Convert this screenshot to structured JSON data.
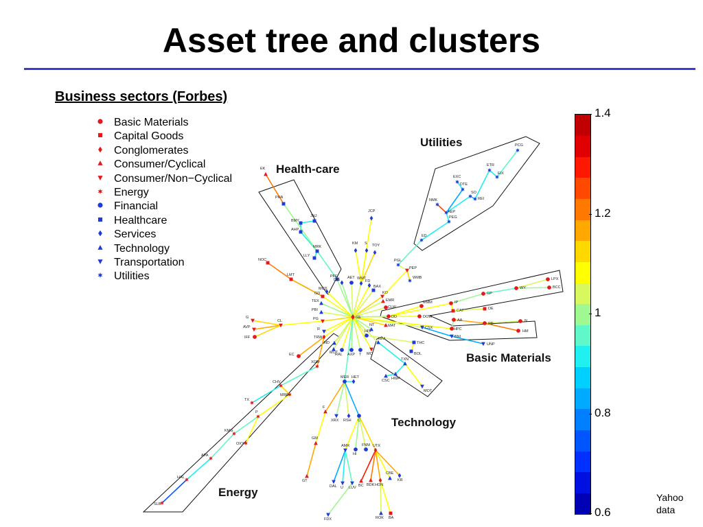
{
  "title": "Asset tree and clusters",
  "subtitle": "Business sectors (Forbes)",
  "source_note": "Yahoo\ndata",
  "legend": [
    {
      "label": "Basic Materials",
      "marker": "circle",
      "color": "#e31a1c"
    },
    {
      "label": "Capital Goods",
      "marker": "square",
      "color": "#e31a1c"
    },
    {
      "label": "Conglomerates",
      "marker": "diamond",
      "color": "#e31a1c"
    },
    {
      "label": "Consumer/Cyclical",
      "marker": "triangle-up",
      "color": "#e31a1c"
    },
    {
      "label": "Consumer/Non−Cyclical",
      "marker": "triangle-down",
      "color": "#e31a1c"
    },
    {
      "label": "Energy",
      "marker": "star",
      "color": "#e31a1c"
    },
    {
      "label": "Financial",
      "marker": "circle",
      "color": "#1f3cd6"
    },
    {
      "label": "Healthcare",
      "marker": "square",
      "color": "#1f3cd6"
    },
    {
      "label": "Services",
      "marker": "diamond",
      "color": "#1f3cd6"
    },
    {
      "label": "Technology",
      "marker": "triangle-up",
      "color": "#1f3cd6"
    },
    {
      "label": "Transportation",
      "marker": "triangle-down",
      "color": "#1f3cd6"
    },
    {
      "label": "Utilities",
      "marker": "star",
      "color": "#1f3cd6"
    }
  ],
  "clusters": [
    {
      "name": "Health-care"
    },
    {
      "name": "Utilities"
    },
    {
      "name": "Basic Materials"
    },
    {
      "name": "Technology"
    },
    {
      "name": "Energy"
    }
  ],
  "colorbar": {
    "min": 0.6,
    "max": 1.4,
    "ticks": [
      "1.4",
      "1.2",
      "1",
      "0.8",
      "0.6"
    ],
    "colors": [
      "#0000b4",
      "#0010e0",
      "#0030ff",
      "#0055ff",
      "#0080ff",
      "#00aaff",
      "#00d0ff",
      "#20f0f0",
      "#60f8c8",
      "#a0f890",
      "#d8f860",
      "#ffff00",
      "#ffd800",
      "#ffa800",
      "#ff7800",
      "#ff4800",
      "#ff1800",
      "#e00000",
      "#c00000"
    ]
  },
  "tree": {
    "nodes": [
      {
        "id": "GE",
        "sector": "Conglomerates"
      },
      {
        "id": "EK",
        "sector": "Consumer/Cyclical"
      },
      {
        "id": "PHA",
        "sector": "Healthcare"
      },
      {
        "id": "BMY",
        "sector": "Healthcare"
      },
      {
        "id": "JNJ",
        "sector": "Healthcare"
      },
      {
        "id": "AHP",
        "sector": "Healthcare"
      },
      {
        "id": "MRK",
        "sector": "Healthcare"
      },
      {
        "id": "LLY",
        "sector": "Healthcare"
      },
      {
        "id": "PFE",
        "sector": "Healthcare"
      },
      {
        "id": "JCP",
        "sector": "Services"
      },
      {
        "id": "KM",
        "sector": "Services"
      },
      {
        "id": "S",
        "sector": "Services"
      },
      {
        "id": "TOY",
        "sector": "Services"
      },
      {
        "id": "DIS",
        "sector": "Services"
      },
      {
        "id": "AET",
        "sector": "Financial"
      },
      {
        "id": "WMT",
        "sector": "Services"
      },
      {
        "id": "FD",
        "sector": "Services"
      },
      {
        "id": "BAX",
        "sector": "Healthcare"
      },
      {
        "id": "KO",
        "sector": "Consumer/Non−Cyclical"
      },
      {
        "id": "NOC",
        "sector": "Capital Goods"
      },
      {
        "id": "LMT",
        "sector": "Capital Goods"
      },
      {
        "id": "MCD",
        "sector": "Services"
      },
      {
        "id": "GD",
        "sector": "Capital Goods"
      },
      {
        "id": "TEX",
        "sector": "Technology"
      },
      {
        "id": "PBI",
        "sector": "Technology"
      },
      {
        "id": "PG",
        "sector": "Consumer/Non−Cyclical"
      },
      {
        "id": "CL",
        "sector": "Consumer/Non−Cyclical"
      },
      {
        "id": "G",
        "sector": "Consumer/Non−Cyclical"
      },
      {
        "id": "AVP",
        "sector": "Consumer/Non−Cyclical"
      },
      {
        "id": "IFF",
        "sector": "Basic Materials"
      },
      {
        "id": "R",
        "sector": "Transportation"
      },
      {
        "id": "TRW",
        "sector": "Conglomerates"
      },
      {
        "id": "EC",
        "sector": "Basic Materials"
      },
      {
        "id": "XOM",
        "sector": "Energy"
      },
      {
        "id": "CHV",
        "sector": "Energy"
      },
      {
        "id": "MRO",
        "sector": "Energy"
      },
      {
        "id": "TX",
        "sector": "Energy"
      },
      {
        "id": "P",
        "sector": "Energy"
      },
      {
        "id": "KMG",
        "sector": "Energy"
      },
      {
        "id": "OXY",
        "sector": "Energy"
      },
      {
        "id": "APA",
        "sector": "Energy"
      },
      {
        "id": "HAL",
        "sector": "Energy"
      },
      {
        "id": "SLB",
        "sector": "Energy"
      },
      {
        "id": "ND",
        "sector": "Technology"
      },
      {
        "id": "MOT",
        "sector": "Technology"
      },
      {
        "id": "RAL",
        "sector": "Financial"
      },
      {
        "id": "AXP",
        "sector": "Financial"
      },
      {
        "id": "T",
        "sector": "Financial"
      },
      {
        "id": "MER",
        "sector": "Financial"
      },
      {
        "id": "HET",
        "sector": "Services"
      },
      {
        "id": "F",
        "sector": "Consumer/Cyclical"
      },
      {
        "id": "XRX",
        "sector": "Transportation"
      },
      {
        "id": "RSH",
        "sector": "Services"
      },
      {
        "id": "C",
        "sector": "Financial"
      },
      {
        "id": "GM",
        "sector": "Consumer/Cyclical"
      },
      {
        "id": "GT",
        "sector": "Consumer/Cyclical"
      },
      {
        "id": "AMR",
        "sector": "Transportation"
      },
      {
        "id": "HI",
        "sector": "Financial"
      },
      {
        "id": "FNM",
        "sector": "Financial"
      },
      {
        "id": "UTX",
        "sector": "Conglomerates"
      },
      {
        "id": "DAL",
        "sector": "Transportation"
      },
      {
        "id": "U",
        "sector": "Transportation"
      },
      {
        "id": "LUV",
        "sector": "Transportation"
      },
      {
        "id": "BC",
        "sector": "Consumer/Cyclical"
      },
      {
        "id": "BDK",
        "sector": "Consumer/Cyclical"
      },
      {
        "id": "HON",
        "sector": "Conglomerates"
      },
      {
        "id": "CBE",
        "sector": "Technology"
      },
      {
        "id": "KR",
        "sector": "Services"
      },
      {
        "id": "FDX",
        "sector": "Transportation"
      },
      {
        "id": "ROK",
        "sector": "Technology"
      },
      {
        "id": "BA",
        "sector": "Capital Goods"
      },
      {
        "id": "NT",
        "sector": "Technology"
      },
      {
        "id": "HIS",
        "sector": "Financial"
      },
      {
        "id": "IBM",
        "sector": "Technology"
      },
      {
        "id": "MO",
        "sector": "Consumer/Non−Cyclical"
      },
      {
        "id": "TXN",
        "sector": "Technology"
      },
      {
        "id": "HWP",
        "sector": "Technology"
      },
      {
        "id": "CSC",
        "sector": "Technology"
      },
      {
        "id": "TMOT",
        "label": "MOT",
        "sector": "Transportation"
      },
      {
        "id": "THC",
        "sector": "Healthcare"
      },
      {
        "id": "BOL",
        "sector": "Healthcare"
      },
      {
        "id": "MAT",
        "sector": "Consumer/Cyclical"
      },
      {
        "id": "CSX",
        "sector": "Transportation"
      },
      {
        "id": "BNI",
        "sector": "Transportation"
      },
      {
        "id": "UNP",
        "sector": "Transportation"
      },
      {
        "id": "HPC",
        "sector": "Basic Materials"
      },
      {
        "id": "AA",
        "sector": "Basic Materials"
      },
      {
        "id": "PD",
        "sector": "Basic Materials"
      },
      {
        "id": "N",
        "sector": "Basic Materials"
      },
      {
        "id": "HM",
        "sector": "Basic Materials"
      },
      {
        "id": "DOW",
        "sector": "Basic Materials"
      },
      {
        "id": "DD",
        "sector": "Basic Materials"
      },
      {
        "id": "MMM",
        "sector": "Basic Materials"
      },
      {
        "id": "IP",
        "sector": "Basic Materials"
      },
      {
        "id": "GP",
        "sector": "Basic Materials"
      },
      {
        "id": "WY",
        "sector": "Basic Materials"
      },
      {
        "id": "LPX",
        "sector": "Basic Materials"
      },
      {
        "id": "BCC",
        "sector": "Basic Materials"
      },
      {
        "id": "CAT",
        "sector": "Capital Goods"
      },
      {
        "id": "DE",
        "sector": "Capital Goods"
      },
      {
        "id": "CLW",
        "sector": "Basic Materials"
      },
      {
        "id": "EMR",
        "sector": "Consumer/Cyclical"
      },
      {
        "id": "PGL",
        "sector": "Utilities"
      },
      {
        "id": "PEP",
        "sector": "Consumer/Non−Cyclical"
      },
      {
        "id": "WMB",
        "sector": "Utilities"
      },
      {
        "id": "ED",
        "sector": "Utilities"
      },
      {
        "id": "PEG",
        "sector": "Utilities"
      },
      {
        "id": "AEP",
        "sector": "Utilities"
      },
      {
        "id": "NMK",
        "sector": "Utilities"
      },
      {
        "id": "DTE",
        "sector": "Utilities"
      },
      {
        "id": "EXC",
        "sector": "Utilities"
      },
      {
        "id": "SO",
        "sector": "Utilities"
      },
      {
        "id": "REI",
        "sector": "Utilities"
      },
      {
        "id": "ETR",
        "sector": "Utilities"
      },
      {
        "id": "EIX",
        "sector": "Utilities"
      },
      {
        "id": "PCG",
        "sector": "Utilities"
      }
    ],
    "edges": [
      [
        "GE",
        "PFE",
        1.0
      ],
      [
        "PFE",
        "MRK",
        0.95
      ],
      [
        "MRK",
        "LLY",
        0.9
      ],
      [
        "MRK",
        "AHP",
        0.9
      ],
      [
        "AHP",
        "BMY",
        0.88
      ],
      [
        "BMY",
        "JNJ",
        0.92
      ],
      [
        "MRK",
        "PHA",
        1.02
      ],
      [
        "PHA",
        "EK",
        1.2
      ],
      [
        "GE",
        "DIS",
        1.0
      ],
      [
        "GE",
        "AET",
        1.05
      ],
      [
        "GE",
        "WMT",
        1.05
      ],
      [
        "WMT",
        "KM",
        1.1
      ],
      [
        "WMT",
        "S",
        1.1
      ],
      [
        "WMT",
        "TOY",
        1.12
      ],
      [
        "WMT",
        "JCP",
        1.1
      ],
      [
        "GE",
        "FD",
        1.08
      ],
      [
        "GE",
        "BAX",
        1.05
      ],
      [
        "GE",
        "KO",
        1.12
      ],
      [
        "KO",
        "PEP",
        1.1
      ],
      [
        "PEP",
        "PGL",
        1.05
      ],
      [
        "PGL",
        "ED",
        0.95
      ],
      [
        "ED",
        "PEG",
        0.92
      ],
      [
        "PEG",
        "AEP",
        0.9
      ],
      [
        "AEP",
        "NMK",
        1.25
      ],
      [
        "AEP",
        "DTE",
        0.85
      ],
      [
        "DTE",
        "EXC",
        0.9
      ],
      [
        "AEP",
        "SO",
        0.9
      ],
      [
        "SO",
        "REI",
        0.88
      ],
      [
        "REI",
        "ETR",
        0.92
      ],
      [
        "ETR",
        "EIX",
        0.92
      ],
      [
        "EIX",
        "PCG",
        0.95
      ],
      [
        "PEP",
        "WMB",
        1.12
      ],
      [
        "GE",
        "GD",
        1.1
      ],
      [
        "GD",
        "LMT",
        1.15
      ],
      [
        "LMT",
        "NOC",
        1.2
      ],
      [
        "GE",
        "MCD",
        1.08
      ],
      [
        "GE",
        "TEX",
        1.0
      ],
      [
        "GE",
        "PBI",
        1.05
      ],
      [
        "GE",
        "PG",
        1.12
      ],
      [
        "PG",
        "CL",
        1.1
      ],
      [
        "CL",
        "G",
        1.12
      ],
      [
        "CL",
        "AVP",
        1.15
      ],
      [
        "CL",
        "IFF",
        1.12
      ],
      [
        "GE",
        "R",
        1.1
      ],
      [
        "GE",
        "TRW",
        1.1
      ],
      [
        "TRW",
        "EC",
        1.15
      ],
      [
        "TRW",
        "XOM",
        1.15
      ],
      [
        "XOM",
        "CHV",
        0.95
      ],
      [
        "CHV",
        "TX",
        0.92
      ],
      [
        "CHV",
        "MRO",
        1.12
      ],
      [
        "MRO",
        "P",
        1.1
      ],
      [
        "P",
        "OXY",
        1.1
      ],
      [
        "P",
        "KMG",
        0.95
      ],
      [
        "KMG",
        "APA",
        0.95
      ],
      [
        "APA",
        "HAL",
        0.9
      ],
      [
        "HAL",
        "SLB",
        0.75
      ],
      [
        "GE",
        "ND",
        1.05
      ],
      [
        "GE",
        "MOT",
        1.05
      ],
      [
        "GE",
        "RAL",
        1.1
      ],
      [
        "GE",
        "AXP",
        1.0
      ],
      [
        "GE",
        "T",
        1.05
      ],
      [
        "GE",
        "MER",
        0.95
      ],
      [
        "MER",
        "HET",
        0.9
      ],
      [
        "MER",
        "F",
        1.15
      ],
      [
        "F",
        "GM",
        1.1
      ],
      [
        "GM",
        "GT",
        1.15
      ],
      [
        "MER",
        "XRX",
        1.0
      ],
      [
        "MER",
        "RSH",
        1.05
      ],
      [
        "MER",
        "C",
        0.85
      ],
      [
        "C",
        "AMR",
        1.1
      ],
      [
        "C",
        "HI",
        1.0
      ],
      [
        "C",
        "FNM",
        1.05
      ],
      [
        "C",
        "UTX",
        1.12
      ],
      [
        "AMR",
        "DAL",
        0.85
      ],
      [
        "AMR",
        "U",
        0.9
      ],
      [
        "AMR",
        "LUV",
        0.95
      ],
      [
        "UTX",
        "BC",
        1.3
      ],
      [
        "UTX",
        "BDK",
        1.2
      ],
      [
        "UTX",
        "HON",
        1.15
      ],
      [
        "UTX",
        "CBE",
        1.1
      ],
      [
        "UTX",
        "KR",
        1.15
      ],
      [
        "LUV",
        "FDX",
        1.0
      ],
      [
        "HON",
        "ROK",
        1.05
      ],
      [
        "HON",
        "BA",
        1.1
      ],
      [
        "GE",
        "NT",
        1.0
      ],
      [
        "GE",
        "HIS",
        1.05
      ],
      [
        "GE",
        "IBM",
        1.05
      ],
      [
        "GE",
        "MO",
        1.1
      ],
      [
        "IBM",
        "TXN",
        0.92
      ],
      [
        "TXN",
        "HWP",
        0.9
      ],
      [
        "HWP",
        "CSC",
        0.9
      ],
      [
        "TXN",
        "TMOT",
        1.1
      ],
      [
        "HIS",
        "THC",
        1.05
      ],
      [
        "THC",
        "BOL",
        1.08
      ],
      [
        "GE",
        "MAT",
        1.12
      ],
      [
        "GE",
        "CSX",
        1.05
      ],
      [
        "CSX",
        "BNI",
        0.85
      ],
      [
        "BNI",
        "UNP",
        0.85
      ],
      [
        "GE",
        "HPC",
        1.1
      ],
      [
        "HPC",
        "AA",
        1.0
      ],
      [
        "AA",
        "PD",
        1.15
      ],
      [
        "PD",
        "N",
        1.05
      ],
      [
        "PD",
        "HM",
        1.2
      ],
      [
        "GE",
        "DOW",
        1.1
      ],
      [
        "GE",
        "DD",
        1.0
      ],
      [
        "DD",
        "MMM",
        1.1
      ],
      [
        "DD",
        "IP",
        1.1
      ],
      [
        "IP",
        "GP",
        1.0
      ],
      [
        "GP",
        "WY",
        0.95
      ],
      [
        "WY",
        "LPX",
        1.05
      ],
      [
        "WY",
        "BCC",
        1.0
      ],
      [
        "IP",
        "CAT",
        1.1
      ],
      [
        "CAT",
        "DE",
        1.05
      ],
      [
        "GE",
        "CLW",
        1.05
      ],
      [
        "GE",
        "EMR",
        1.05
      ]
    ]
  }
}
